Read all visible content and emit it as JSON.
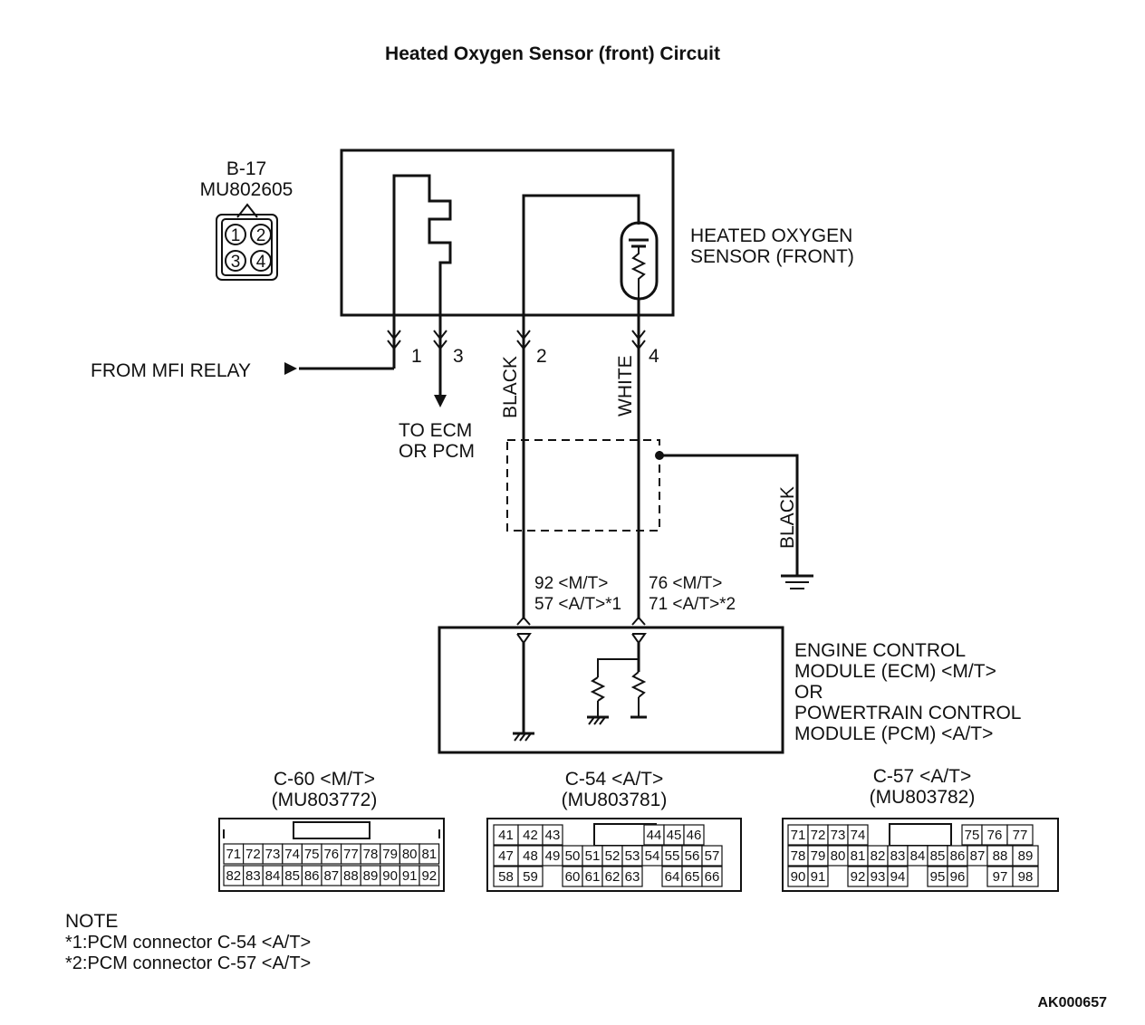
{
  "title": "Heated Oxygen Sensor (front) Circuit",
  "sensor_connector": {
    "id": "B-17",
    "part": "MU802605",
    "pins": [
      "1",
      "2",
      "3",
      "4"
    ]
  },
  "sensor_label": [
    "HEATED OXYGEN",
    "SENSOR (FRONT)"
  ],
  "relay_label": "FROM MFI RELAY",
  "ecm_pcm_out_label": [
    "TO ECM",
    "OR PCM"
  ],
  "wire_pins": [
    "1",
    "3",
    "2",
    "4"
  ],
  "wire_colors": {
    "black": "BLACK",
    "white": "WHITE",
    "shield_ground": "BLACK"
  },
  "terminal_labels": {
    "left": [
      "92 <M/T>",
      "57 <A/T>*1"
    ],
    "right": [
      "76 <M/T>",
      "71 <A/T>*2"
    ]
  },
  "module_label": [
    "ENGINE CONTROL",
    "MODULE (ECM) <M/T>",
    "OR",
    "POWERTRAIN CONTROL",
    "MODULE (PCM) <A/T>"
  ],
  "connectors": [
    {
      "id": "C-60 <M/T>",
      "part": "(MU803772)",
      "row1": [
        "71",
        "72",
        "73",
        "74",
        "75",
        "76",
        "77",
        "78",
        "79",
        "80",
        "81"
      ],
      "row2": [
        "82",
        "83",
        "84",
        "85",
        "86",
        "87",
        "88",
        "89",
        "90",
        "91",
        "92"
      ]
    },
    {
      "id": "C-54 <A/T>",
      "part": "(MU803781)",
      "row1": [
        "41",
        "42",
        "43",
        "44",
        "45",
        "46"
      ],
      "row2": [
        "47",
        "48",
        "49",
        "50",
        "51",
        "52",
        "53",
        "54",
        "55",
        "56",
        "57"
      ],
      "row3": [
        "58",
        "59",
        "60",
        "61",
        "62",
        "63",
        "64",
        "65",
        "66"
      ]
    },
    {
      "id": "C-57 <A/T>",
      "part": "(MU803782)",
      "row1": [
        "71",
        "72",
        "73",
        "74",
        "75",
        "76",
        "77"
      ],
      "row2": [
        "78",
        "79",
        "80",
        "81",
        "82",
        "83",
        "84",
        "85",
        "86",
        "87",
        "88",
        "89"
      ],
      "row3": [
        "90",
        "91",
        "92",
        "93",
        "94",
        "95",
        "96",
        "97",
        "98"
      ]
    }
  ],
  "note": {
    "heading": "NOTE",
    "lines": [
      "*1:PCM connector C-54 <A/T>",
      "*2:PCM connector C-57 <A/T>"
    ]
  },
  "figure_code": "AK000657"
}
